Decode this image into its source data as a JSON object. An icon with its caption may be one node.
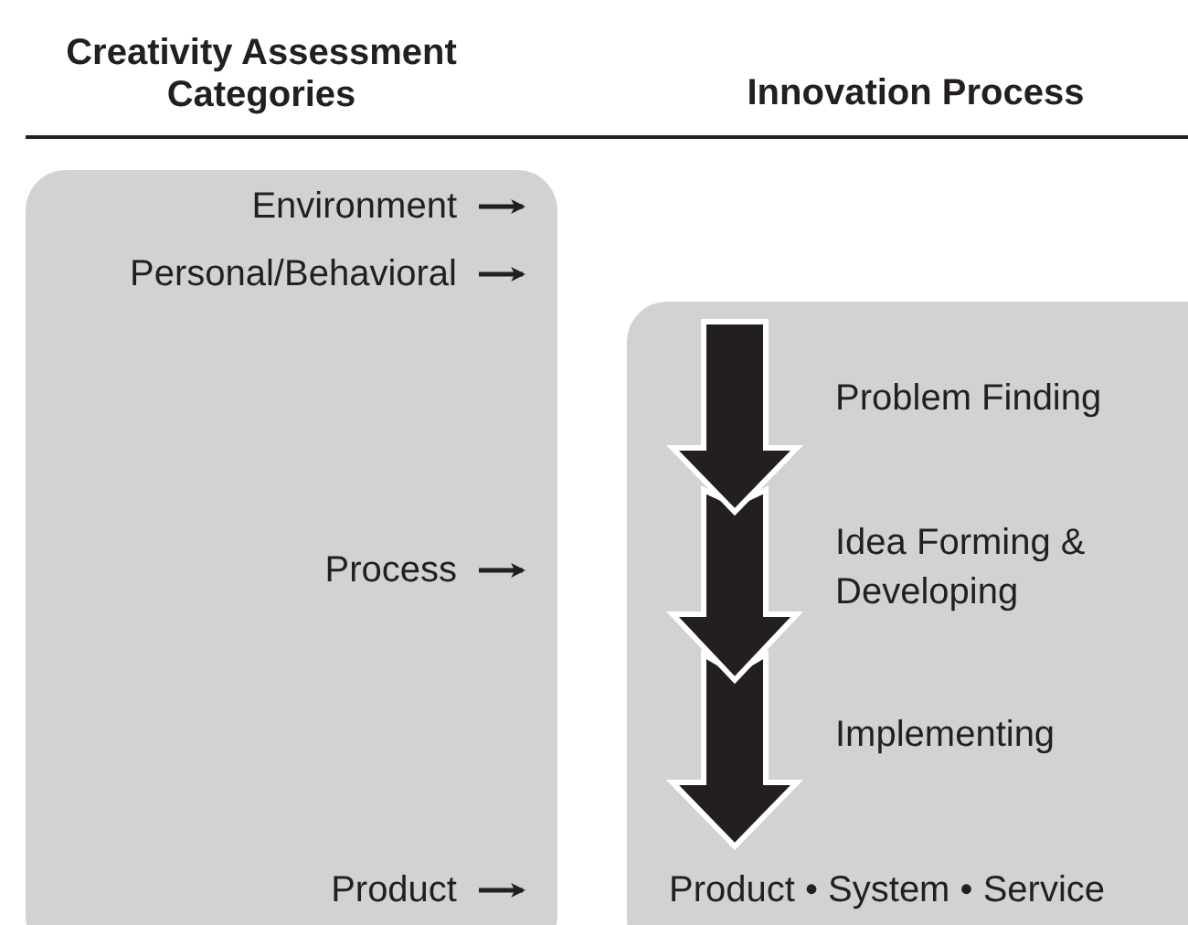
{
  "diagram": {
    "nodes": [
      {
        "text": [],
        "shape": "box"
      },
      {
        "text": [
          "Environment"
        ],
        "in": 0
      },
      {
        "text": [
          "Personal/Behavioral"
        ],
        "in": 0
      },
      {
        "text": [
          "Process"
        ],
        "in": 0
      },
      {
        "text": [
          "Product"
        ],
        "in": 0
      },
      {
        "text": [],
        "shape": "box"
      },
      {
        "text": [
          "Problem Finding"
        ],
        "in": 5
      },
      {
        "text": [
          "Idea Forming & Developing"
        ],
        "in": 5
      },
      {
        "text": [
          "Implementing"
        ],
        "in": 5
      },
      {
        "text": [
          "Product • System • Service"
        ],
        "in": 5
      }
    ],
    "edges": [
      {
        "from": 1,
        "to": null,
        "arrow": "to"
      },
      {
        "from": 2,
        "to": null,
        "arrow": "to"
      },
      {
        "from": 3,
        "to": null,
        "arrow": "to"
      },
      {
        "from": 4,
        "to": null,
        "arrow": "to"
      }
    ],
    "labels": [
      "Creativity Assessment Categories",
      "Innovation Process"
    ]
  }
}
